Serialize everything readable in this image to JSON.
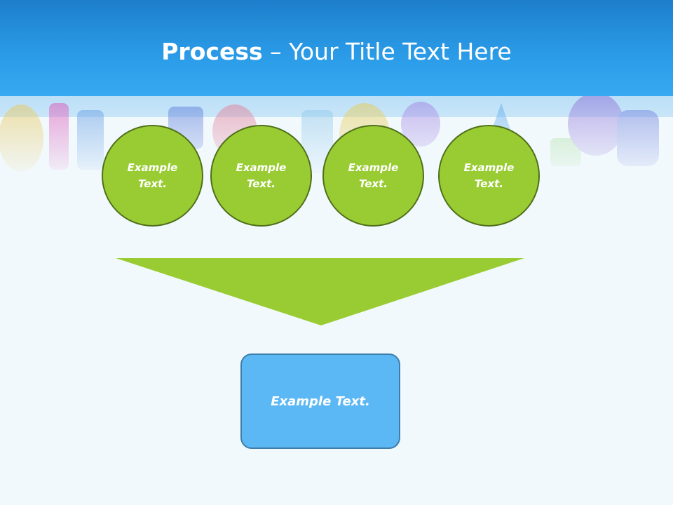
{
  "title": {
    "bold": "Process",
    "rest": " – Your Title Text Here"
  },
  "circles": [
    {
      "label": "Example Text."
    },
    {
      "label": "Example Text."
    },
    {
      "label": "Example Text."
    },
    {
      "label": "Example Text."
    }
  ],
  "result": {
    "label": "Example Text."
  },
  "colors": {
    "header": "#2a9ae6",
    "circle_fill": "#99cc33",
    "circle_border": "#4f6f1a",
    "funnel": "#99cc33",
    "box_fill": "#5cb8f5",
    "box_border": "#3e7eaa"
  }
}
